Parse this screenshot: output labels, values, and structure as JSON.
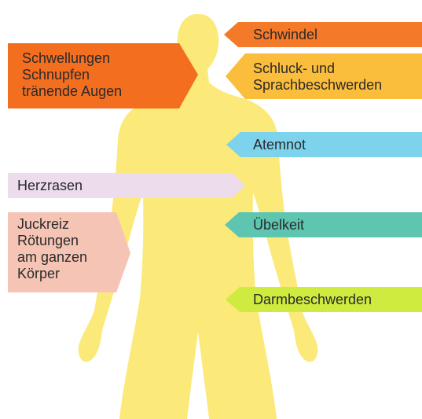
{
  "labels": {
    "schwindel": "Schwindel",
    "schluck": "Schluck- und\nSprachbeschwerden",
    "schwellungen": "Schwellungen\nSchnupfen\ntränende Augen",
    "atemnot": "Atemnot",
    "herzrasen": "Herzrasen",
    "uebelkeit": "Übelkeit",
    "juckreiz": "Juckreiz\nRötungen\nam ganzen\nKörper",
    "darm": "Darmbeschwerden"
  },
  "colors": {
    "body": "#fbe97a",
    "schwindel": "#f47a2a",
    "schluck": "#fbbd3c",
    "schwellungen": "#f46e20",
    "atemnot": "#7dd3ec",
    "herzrasen": "#ecdcec",
    "uebelkeit": "#5ec6b0",
    "juckreiz": "#f5c4b4",
    "darm": "#cfeb3f"
  }
}
